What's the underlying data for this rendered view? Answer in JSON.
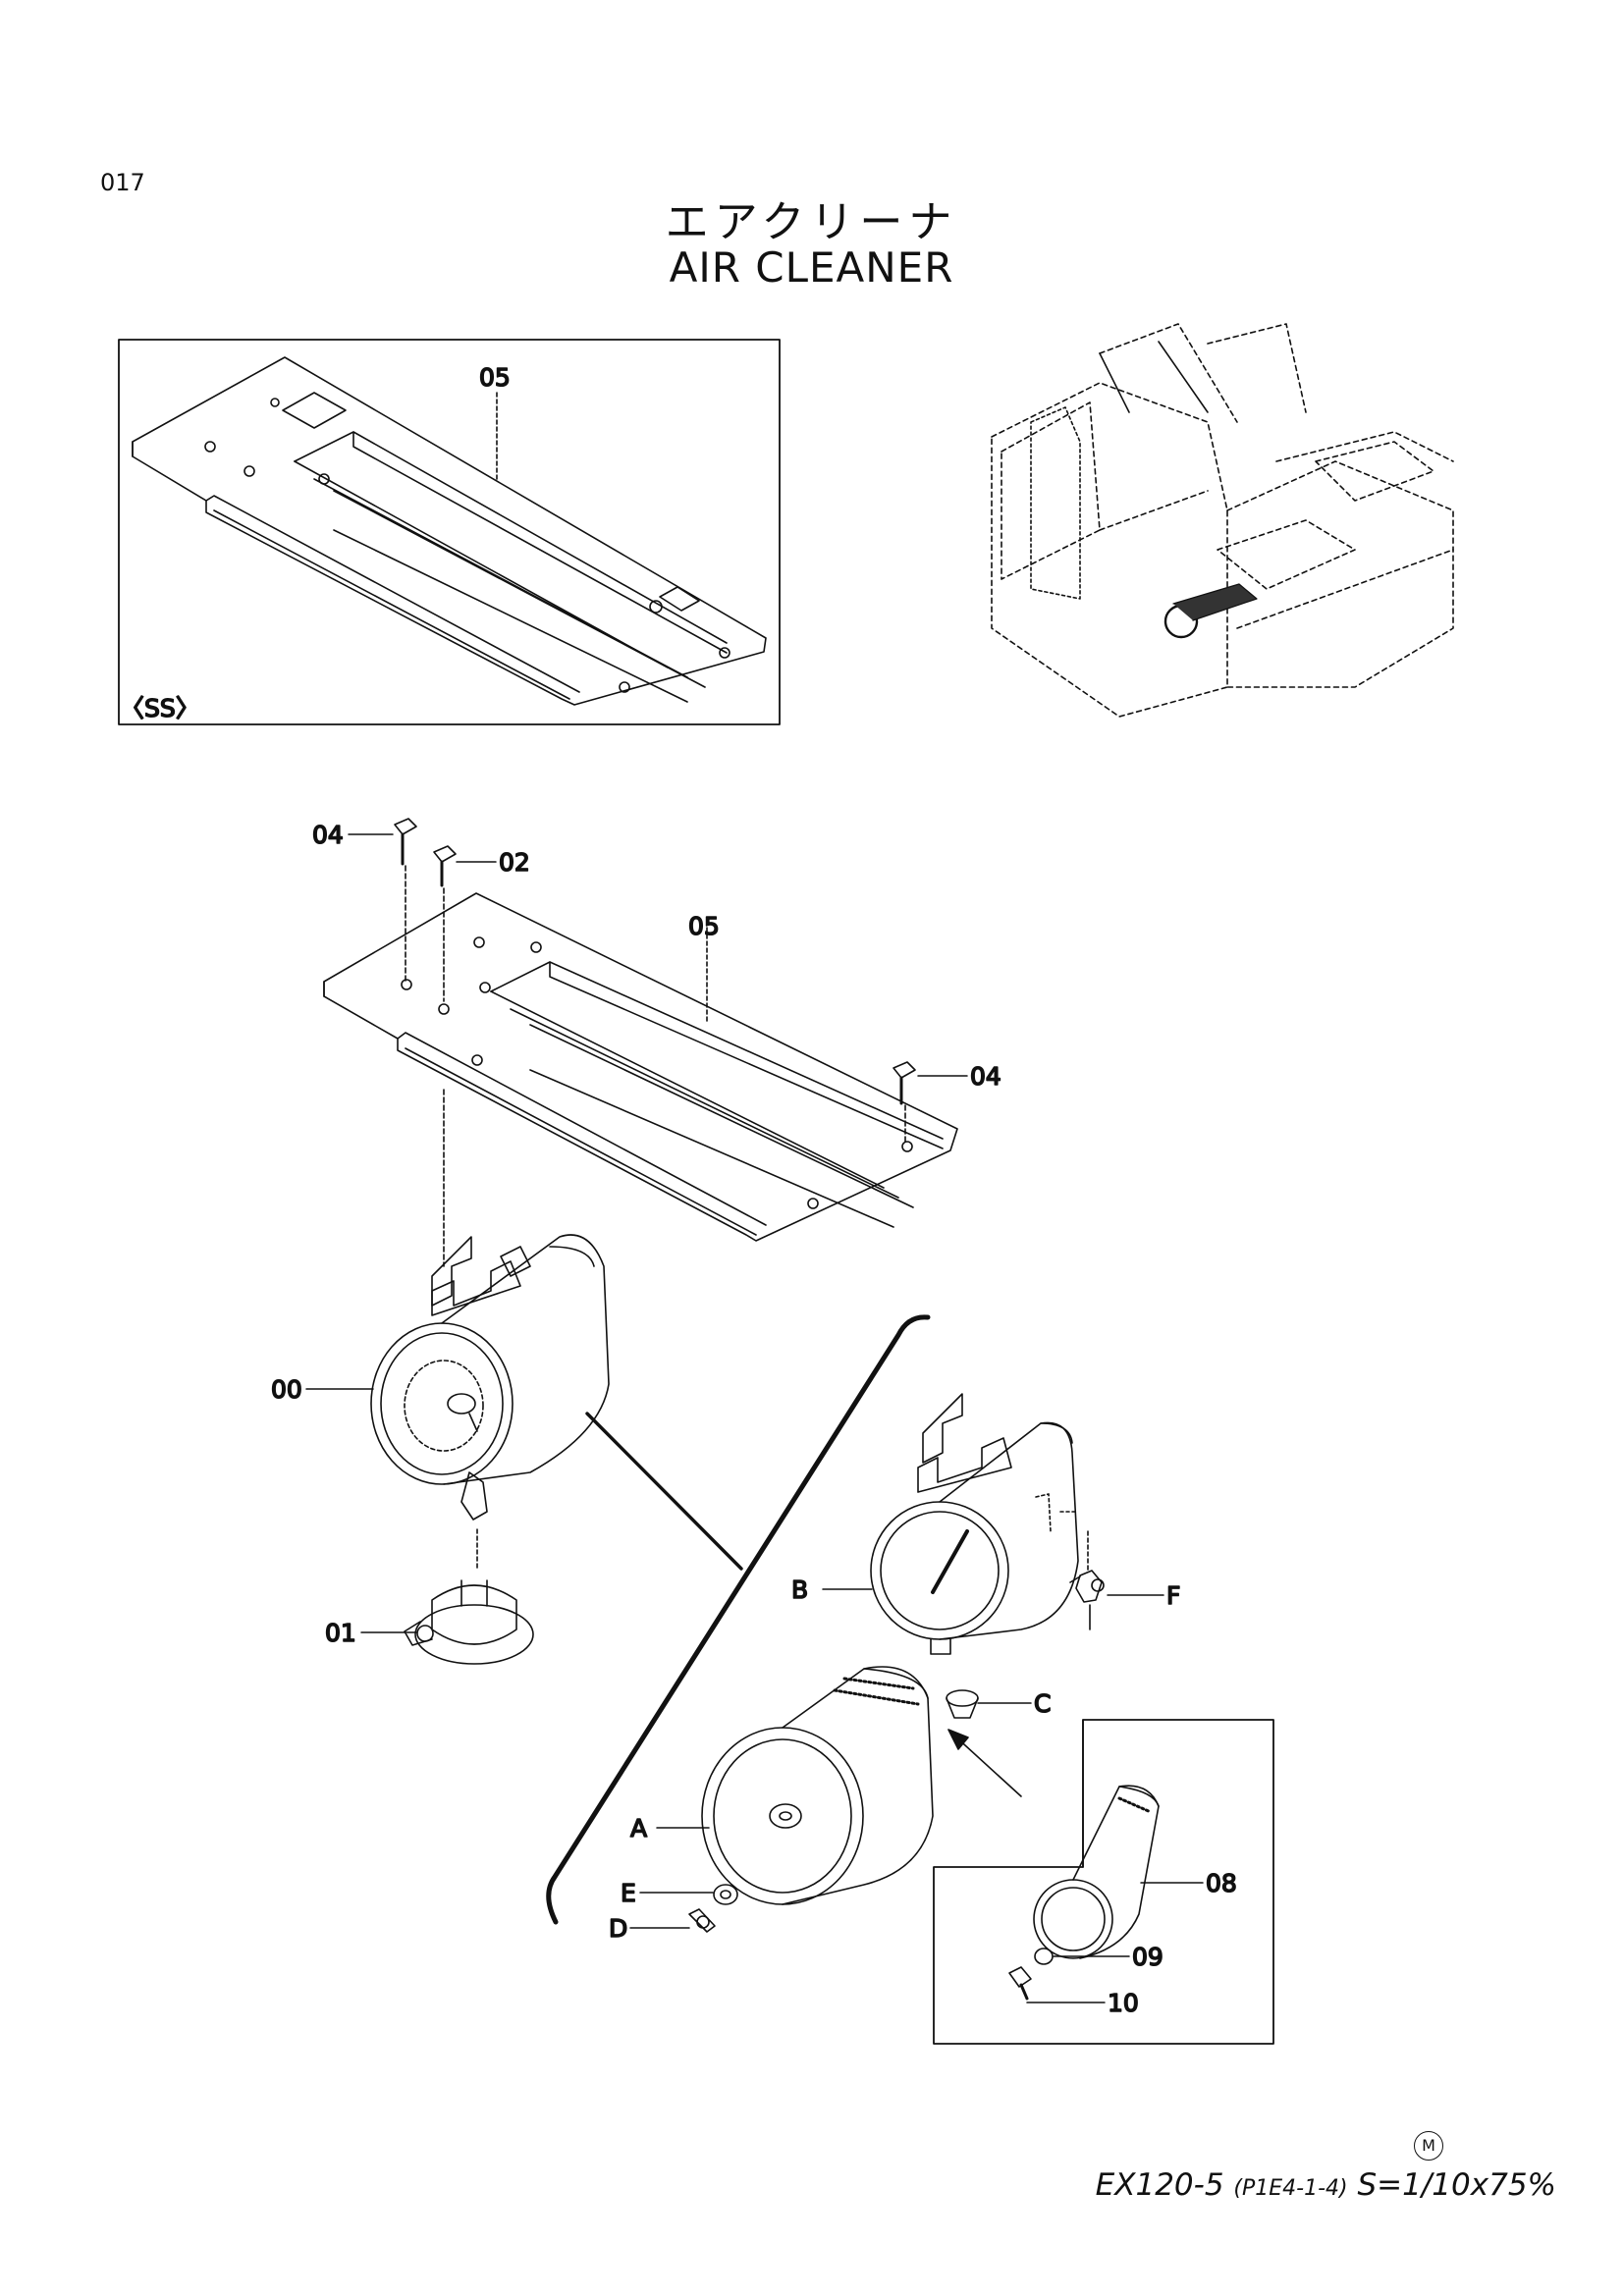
{
  "header": {
    "page_number": "017",
    "title_ja": "エアクリーナ",
    "title_en": "AIR  CLEANER"
  },
  "inset": {
    "variant_label": "〈SS〉",
    "part_label": "05"
  },
  "callouts": {
    "c04_top": "04",
    "c02": "02",
    "c05": "05",
    "c04_right": "04",
    "c00": "00",
    "c01": "01",
    "cB": "B",
    "cF": "F",
    "cC": "C",
    "cA": "A",
    "cE": "E",
    "cD": "D",
    "c08": "08",
    "c09": "09",
    "c10": "10"
  },
  "footer": {
    "mark": "M",
    "model": "EX120-5",
    "ref": "(P1E4-1-4)",
    "scale": "S=1/10x75%"
  }
}
